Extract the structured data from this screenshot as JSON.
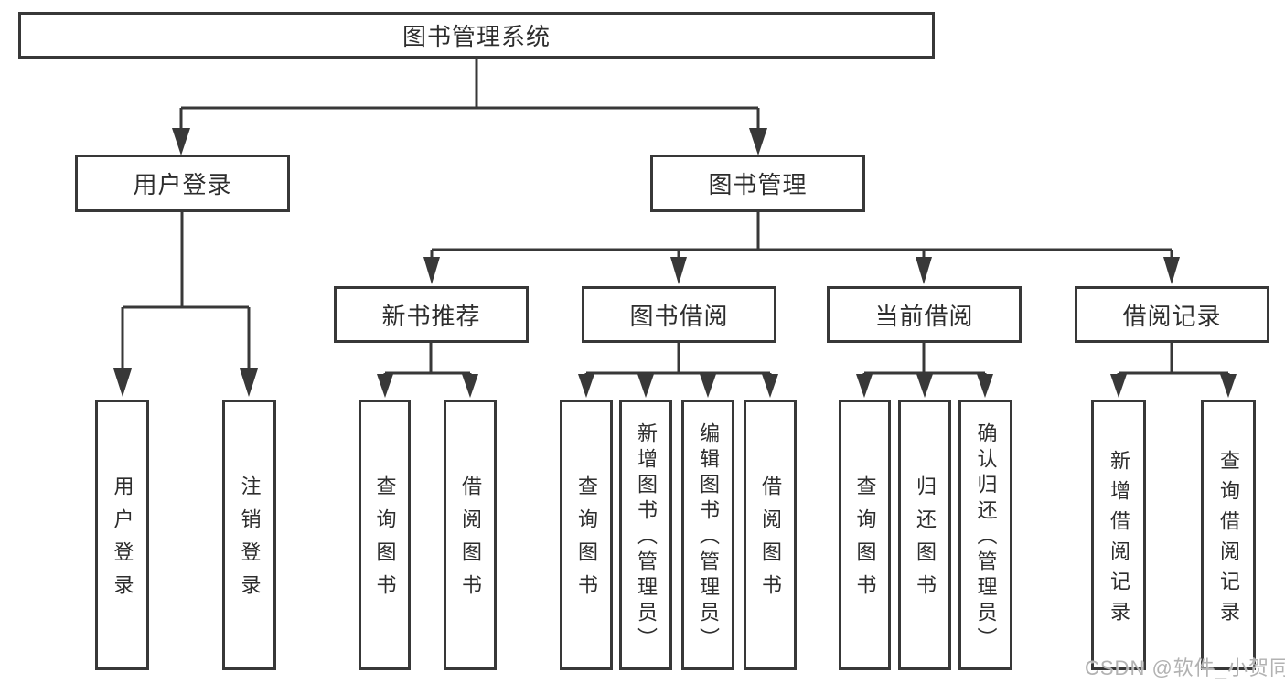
{
  "nodes": {
    "root": "图书管理系统",
    "level2": {
      "user_login": "用户登录",
      "book_management": "图书管理"
    },
    "level3": {
      "new_book_recommend": "新书推荐",
      "book_borrow": "图书借阅",
      "current_borrow": "当前借阅",
      "borrow_record": "借阅记录"
    },
    "leaves": {
      "user_login": "用户登录",
      "logout": "注销登录",
      "recommend_query_book": "查询图书",
      "recommend_borrow_book": "借阅图书",
      "borrow_query_book": "查询图书",
      "borrow_add_book": "新增图书（管理员）",
      "borrow_edit_book": "编辑图书（管理员）",
      "borrow_borrow_book": "借阅图书",
      "current_query_book": "查询图书",
      "current_return_book": "归还图书",
      "current_confirm_return": "确认归还（管理员）",
      "record_add_record": "新增借阅记录",
      "record_query_record": "查询借阅记录"
    }
  },
  "watermark": "CSDN @软件_小贺同学",
  "colors": {
    "line": "#383838",
    "text": "#2d2d2d",
    "box_background": "#ffffff",
    "watermark": "#b2b2b2"
  }
}
